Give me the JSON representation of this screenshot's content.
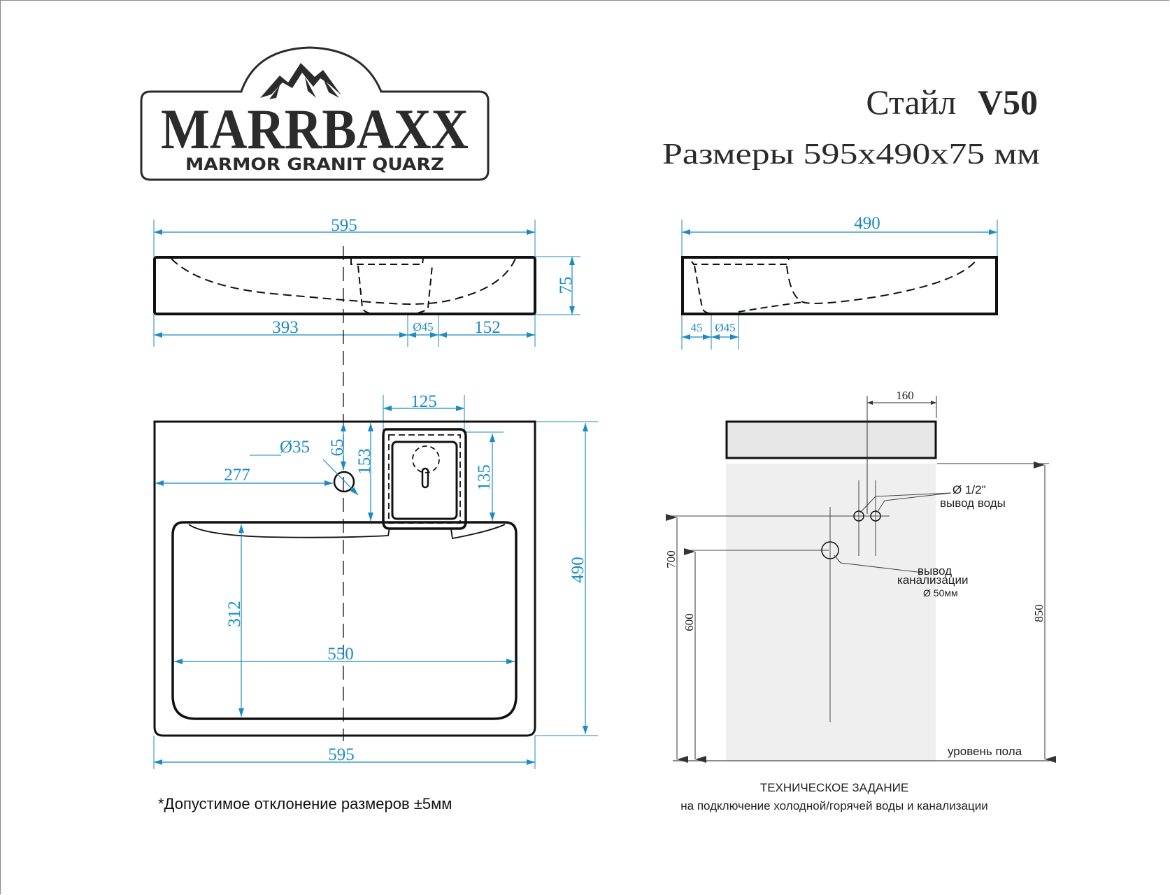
{
  "logo": {
    "brand": "MARRBAXX",
    "tagline": "MARMOR GRANIT QUARZ"
  },
  "header": {
    "model_prefix": "Стайл",
    "model_code": "V50",
    "dimensions_label": "Размеры 595х490х75 мм"
  },
  "colors": {
    "dimension": "#1a8bc4",
    "outline": "#111111",
    "wall_fill": "#efefef",
    "basin_side_fill": "#e6e6e6"
  },
  "front_view": {
    "width": "595",
    "height": "75",
    "left_offset": "393",
    "drain_diameter": "Ø45",
    "right_offset": "152"
  },
  "side_view": {
    "depth": "490",
    "drain_offset": "45",
    "drain_diameter": "Ø45"
  },
  "top_view": {
    "faucet_hole_diameter": "Ø35",
    "faucet_hole_from_edge": "65",
    "faucet_hole_from_left": "277",
    "overflow_width": "125",
    "overflow_depth": "153",
    "overflow_inner": "135",
    "bowl_depth": "312",
    "bowl_width": "550",
    "total_width": "595",
    "total_depth": "490"
  },
  "tolerance_note": "*Допустимое отклонение размеров ±5мм",
  "installation": {
    "offset_160": "160",
    "water_diameter": "Ø 1/2\"",
    "water_label": "вывод воды",
    "drain_label_1": "вывод",
    "drain_label_2": "канализации",
    "drain_diameter": "Ø 50мм",
    "height_700": "700",
    "height_600": "600",
    "height_850": "850",
    "floor_label": "уровень пола",
    "caption_title": "ТЕХНИЧЕСКОЕ ЗАДАНИЕ",
    "caption_subtitle": "на подключение холодной/горячей воды и канализации"
  }
}
